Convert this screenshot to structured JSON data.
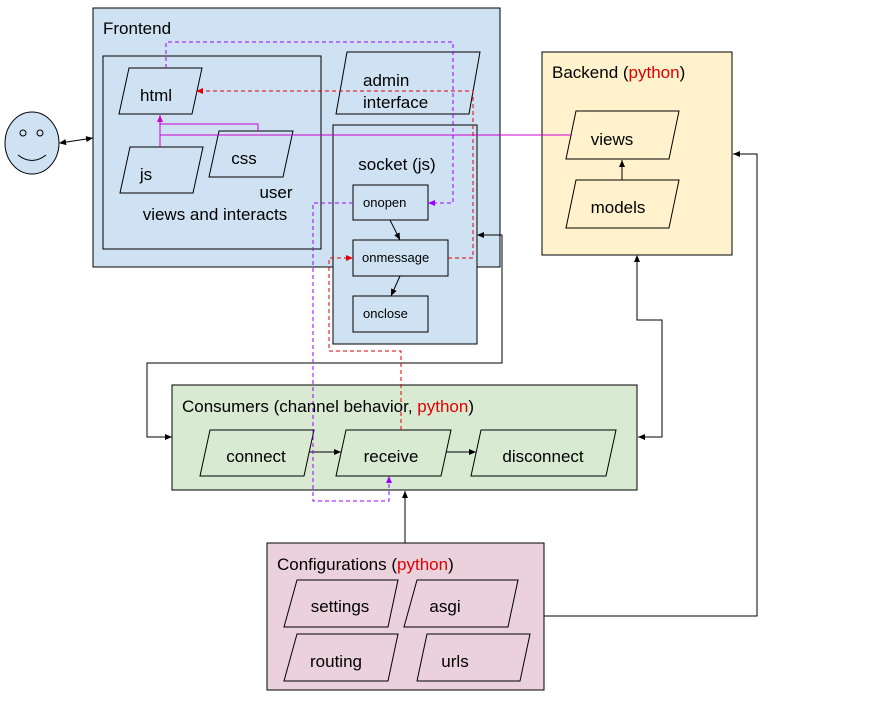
{
  "colors": {
    "frontend_fill": "#cfe2f3",
    "backend_fill": "#fff2cc",
    "consumers_fill": "#d9ead3",
    "config_fill": "#ead1dc",
    "user_fill": "#cfe2f3",
    "stroke": "#000000",
    "python_red": "#e00000",
    "magenta_line": "#cc00cc",
    "purple_dash": "#9900ff",
    "red_dash": "#e00000"
  },
  "user_icon": "smiley-face-icon",
  "frontend": {
    "title": "Frontend",
    "html": "html",
    "js": "js",
    "css": "css",
    "user_line1": "user",
    "user_line2": "views and interacts",
    "admin_line1": "admin",
    "admin_line2": "interface",
    "socket_title": "socket (js)",
    "onopen": "onopen",
    "onmessage": "onmessage",
    "onclose": "onclose"
  },
  "backend": {
    "title_prefix": "Backend (",
    "title_python": "python",
    "title_suffix": ")",
    "views": "views",
    "models": "models"
  },
  "consumers": {
    "title_prefix": "Consumers (channel behavior, ",
    "title_python": "python",
    "title_suffix": ")",
    "connect": "connect",
    "receive": "receive",
    "disconnect": "disconnect"
  },
  "configurations": {
    "title_prefix": "Configurations (",
    "title_python": "python",
    "title_suffix": ")",
    "settings": "settings",
    "asgi": "asgi",
    "routing": "routing",
    "urls": "urls"
  }
}
